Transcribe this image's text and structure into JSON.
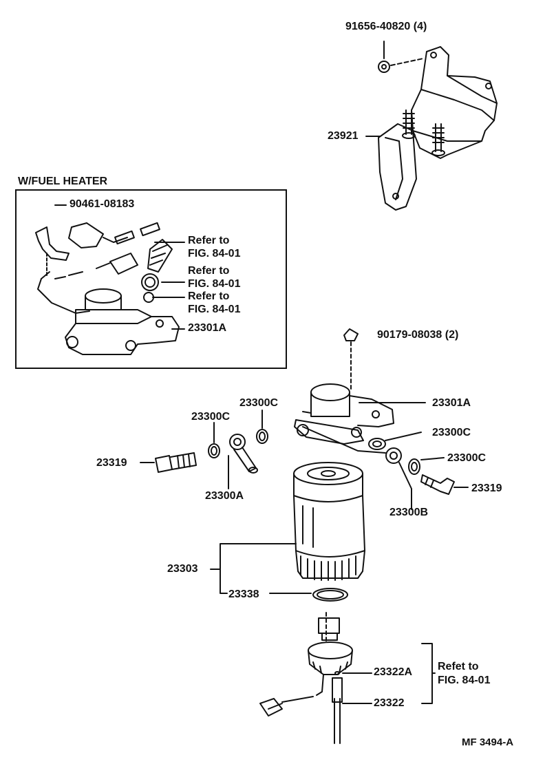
{
  "inset": {
    "title": "W/FUEL HEATER",
    "labels": {
      "part_90461": "90461-08183",
      "refer_1": "Refer to",
      "refer_1_fig": "FIG. 84-01",
      "refer_2": "Refer to",
      "refer_2_fig": "FIG. 84-01",
      "refer_3": "Refer to",
      "refer_3_fig": "FIG. 84-01",
      "part_23301A": "23301A"
    }
  },
  "labels": {
    "nut_91656": "91656-40820 (4)",
    "bracket_23921": "23921",
    "bolt_90179": "90179-08038 (2)",
    "head_23301A": "23301A",
    "gasket_23300C_a": "23300C",
    "gasket_23300C_b": "23300C",
    "gasket_23300C_c": "23300C",
    "gasket_23300C_d": "23300C",
    "bolt_23319_left": "23319",
    "bolt_23319_right": "23319",
    "union_23300A": "23300A",
    "union_23300B": "23300B",
    "filter_23303": "23303",
    "ring_23338": "23338",
    "sensor_23322A": "23322A",
    "sensor_23322": "23322",
    "refer_sensor": "Refet to",
    "refer_sensor_fig": "FIG. 84-01"
  },
  "footer": {
    "code": "MF 3494-A"
  }
}
